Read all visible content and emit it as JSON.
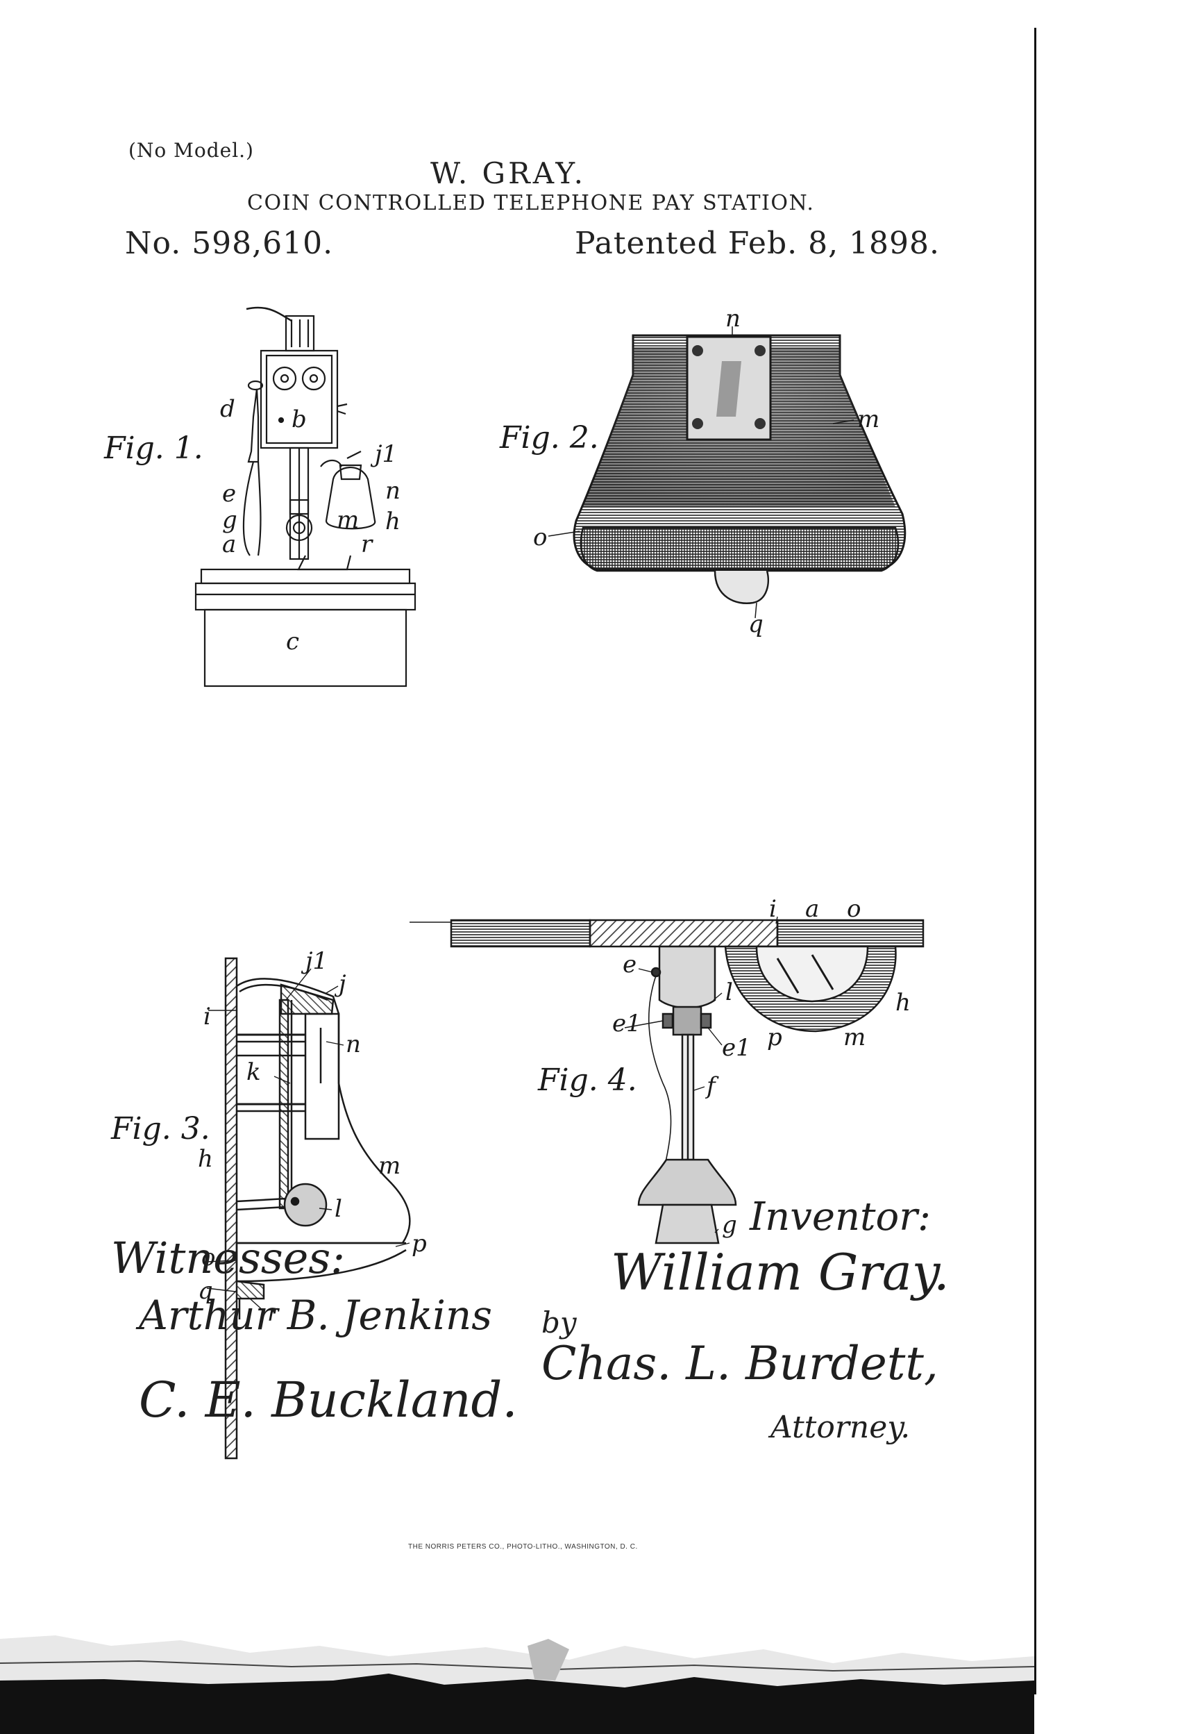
{
  "header": {
    "no_model": "(No Model.)",
    "inventor": "W. GRAY.",
    "title": "COIN CONTROLLED TELEPHONE PAY STATION.",
    "patent_number": "No. 598,610.",
    "patent_date": "Patented Feb. 8, 1898."
  },
  "figures": {
    "fig1": {
      "label": "Fig. 1.",
      "letters": {
        "a": "a",
        "b": "b",
        "c": "c",
        "d": "d",
        "e": "e",
        "g": "g",
        "h": "h",
        "j1": "j1",
        "m": "m",
        "n": "n",
        "r": "r"
      }
    },
    "fig2": {
      "label": "Fig. 2.",
      "letters": {
        "n": "n",
        "m": "m",
        "o": "o",
        "q": "q"
      }
    },
    "fig3": {
      "label": "Fig. 3.",
      "letters": {
        "i": "i",
        "j1": "j1",
        "j": "j",
        "k": "k",
        "n": "n",
        "h": "h",
        "m": "m",
        "l": "l",
        "o": "o",
        "p": "p",
        "q": "q",
        "r": "r"
      }
    },
    "fig4": {
      "label": "Fig. 4.",
      "letters": {
        "i": "i",
        "a": "a",
        "o": "o",
        "e": "e",
        "e1a": "e1",
        "e1b": "e1",
        "l": "l",
        "h": "h",
        "p": "p",
        "m": "m",
        "f": "f",
        "g": "g"
      }
    }
  },
  "signatures": {
    "witnesses_label": "Witnesses:",
    "witness1": "Arthur B. Jenkins",
    "witness2": "C. E. Buckland.",
    "inventor_label": "Inventor:",
    "inventor_sig": "William Gray.",
    "by": "by",
    "attorney_sig": "Chas. L. Burdett,",
    "attorney_label": "Attorney."
  },
  "printer_credit": "THE NORRIS PETERS CO., PHOTO-LITHO., WASHINGTON, D. C."
}
